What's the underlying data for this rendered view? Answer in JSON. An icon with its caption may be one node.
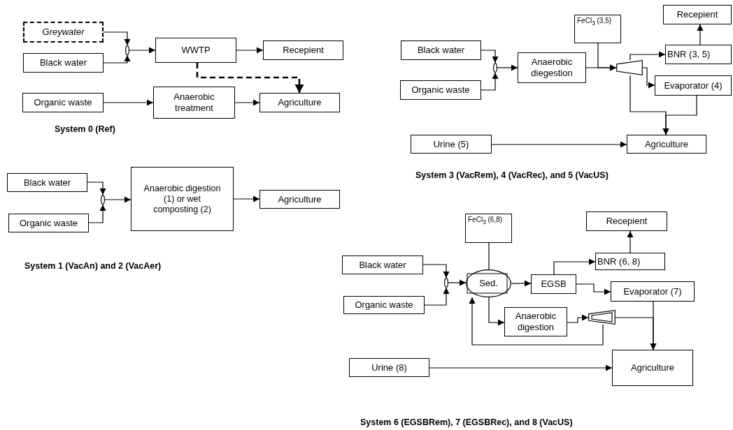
{
  "diagram": {
    "nodes": [
      {
        "text": [
          "Greywater"
        ]
      },
      {
        "text": [
          "Black water"
        ]
      },
      {
        "text": [],
        "shape": "ellipse"
      },
      {
        "text": [
          "WWTP"
        ]
      },
      {
        "text": [
          "Recepient"
        ]
      },
      {
        "text": [
          "Organic waste"
        ]
      },
      {
        "text": [
          "Anaerobic treatment"
        ]
      },
      {
        "text": [
          "Agriculture"
        ]
      },
      {
        "text": [
          "Black water"
        ]
      },
      {
        "text": [
          "Organic waste"
        ]
      },
      {
        "text": [],
        "shape": "ellipse"
      },
      {
        "text": [
          "Anaerobic digestion (1) or wet composting (2)"
        ]
      },
      {
        "text": [
          "Agriculture"
        ]
      },
      {
        "text": [
          "FeCl$_{3}$ (3,5)"
        ]
      },
      {
        "text": [
          "Recepient"
        ]
      },
      {
        "text": [
          "Black water"
        ]
      },
      {
        "text": [
          "Organic waste"
        ]
      },
      {
        "text": [],
        "shape": "ellipse"
      },
      {
        "text": [
          "Anaerobic diegestion"
        ]
      },
      {
        "text": [],
        "shape": "trapezoid"
      },
      {
        "text": [
          "BNR (3, 5)"
        ]
      },
      {
        "text": [
          "Evaporator (4)"
        ]
      },
      {
        "text": [
          "Urine (5)"
        ]
      },
      {
        "text": [
          "Agriculture"
        ]
      },
      {
        "text": [
          "FeCl$_{3}$ (6,8)"
        ]
      },
      {
        "text": [
          "Recepient"
        ]
      },
      {
        "text": [
          "Black water"
        ]
      },
      {
        "text": [
          "Organic waste"
        ]
      },
      {
        "text": [],
        "shape": "ellipse"
      },
      {
        "text": [
          "Sed."
        ]
      },
      {
        "text": [
          "EGSB"
        ]
      },
      {
        "text": [
          "BNR (6, 8)"
        ]
      },
      {
        "text": [
          "Evaporator (7)"
        ]
      },
      {
        "text": [
          "Anaerobic digestion"
        ]
      },
      {
        "text": [],
        "shape": "trapezoid"
      },
      {
        "text": [
          "Urine (8)"
        ]
      },
      {
        "text": [
          "Agriculture"
        ]
      }
    ],
    "edges": [
      {
        "from": 0,
        "to": 2,
        "arrow": "to"
      },
      {
        "from": 1,
        "to": 2,
        "arrow": "to"
      },
      {
        "from": 2,
        "to": 3,
        "arrow": "to"
      },
      {
        "from": 3,
        "to": 4,
        "arrow": "to"
      },
      {
        "from": 3,
        "to": 7,
        "arrow": "to",
        "style": "dashed"
      },
      {
        "from": 5,
        "to": 6,
        "arrow": "to"
      },
      {
        "from": 6,
        "to": 7,
        "arrow": "to"
      },
      {
        "from": 8,
        "to": 10,
        "arrow": "to"
      },
      {
        "from": 9,
        "to": 10,
        "arrow": "to"
      },
      {
        "from": 10,
        "to": 11,
        "arrow": "to"
      },
      {
        "from": 11,
        "to": 12,
        "arrow": "to"
      },
      {
        "from": 15,
        "to": 17,
        "arrow": "to"
      },
      {
        "from": 16,
        "to": 17,
        "arrow": "to"
      },
      {
        "from": 17,
        "to": 18,
        "arrow": "to"
      },
      {
        "from": 18,
        "to": 19,
        "arrow": "to"
      },
      {
        "from": 13,
        "to": 19,
        "arrow": "to"
      },
      {
        "from": 19,
        "to": 20,
        "arrow": "to"
      },
      {
        "from": 19,
        "to": 21,
        "arrow": "to"
      },
      {
        "from": 19,
        "to": 23,
        "arrow": "to"
      },
      {
        "from": 21,
        "to": 23,
        "arrow": "to"
      },
      {
        "from": 20,
        "to": 14,
        "arrow": "to"
      },
      {
        "from": 22,
        "to": 23,
        "arrow": "to"
      },
      {
        "from": 26,
        "to": 28,
        "arrow": "to"
      },
      {
        "from": 27,
        "to": 28,
        "arrow": "to"
      },
      {
        "from": 28,
        "to": 29,
        "arrow": "to"
      },
      {
        "from": 24,
        "to": 29,
        "arrow": "none"
      },
      {
        "from": 29,
        "to": 30,
        "arrow": "to"
      },
      {
        "from": 29,
        "to": 33,
        "arrow": "to"
      },
      {
        "from": 30,
        "to": 31,
        "arrow": "to"
      },
      {
        "from": 30,
        "to": 32,
        "arrow": "to"
      },
      {
        "from": 31,
        "to": 25,
        "arrow": "to"
      },
      {
        "from": 33,
        "to": 34,
        "arrow": "to"
      },
      {
        "from": 34,
        "to": 29,
        "arrow": "to"
      },
      {
        "from": 34,
        "to": 36,
        "arrow": "to"
      },
      {
        "from": 32,
        "to": 36,
        "arrow": "to"
      },
      {
        "from": 35,
        "to": 36,
        "arrow": "to"
      }
    ],
    "labels": [
      "System 0 (Ref)",
      "System 1 (VacAn) and 2 (VacAer)",
      "System 3 (VacRem), 4 (VacRec), and 5 (VacUS)",
      "System 6 (EGSBRem), 7 (EGSBRec), and 8 (VacUS)"
    ]
  }
}
